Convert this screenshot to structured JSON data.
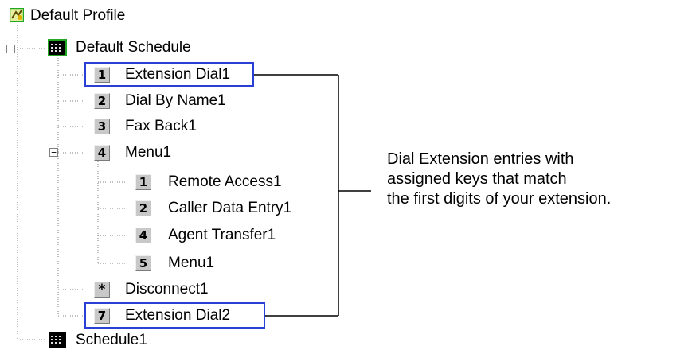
{
  "tree": {
    "root": {
      "label": "Default Profile",
      "icon": "profile-icon"
    },
    "schedule": {
      "label": "Default Schedule",
      "icon": "schedule-icon",
      "expander": "−"
    },
    "items": [
      {
        "key": "1",
        "label": "Extension Dial1"
      },
      {
        "key": "2",
        "label": "Dial By Name1"
      },
      {
        "key": "3",
        "label": "Fax Back1"
      },
      {
        "key": "4",
        "label": "Menu1",
        "expander": "−"
      },
      {
        "key": "*",
        "label": "Disconnect1"
      },
      {
        "key": "7",
        "label": "Extension Dial2"
      }
    ],
    "submenu": [
      {
        "key": "1",
        "label": "Remote Access1"
      },
      {
        "key": "2",
        "label": "Caller Data Entry1"
      },
      {
        "key": "4",
        "label": "Agent Transfer1"
      },
      {
        "key": "5",
        "label": "Menu1"
      }
    ],
    "schedule2": {
      "label": "Schedule1",
      "icon": "schedule-icon"
    }
  },
  "annotation": {
    "lines": [
      "Dial Extension entries with",
      "assigned keys that match",
      "the first digits of your extension."
    ]
  },
  "colors": {
    "highlight": "#2a3fd6",
    "keybox": "#c8c8c8",
    "tree_lines": "#808080"
  }
}
